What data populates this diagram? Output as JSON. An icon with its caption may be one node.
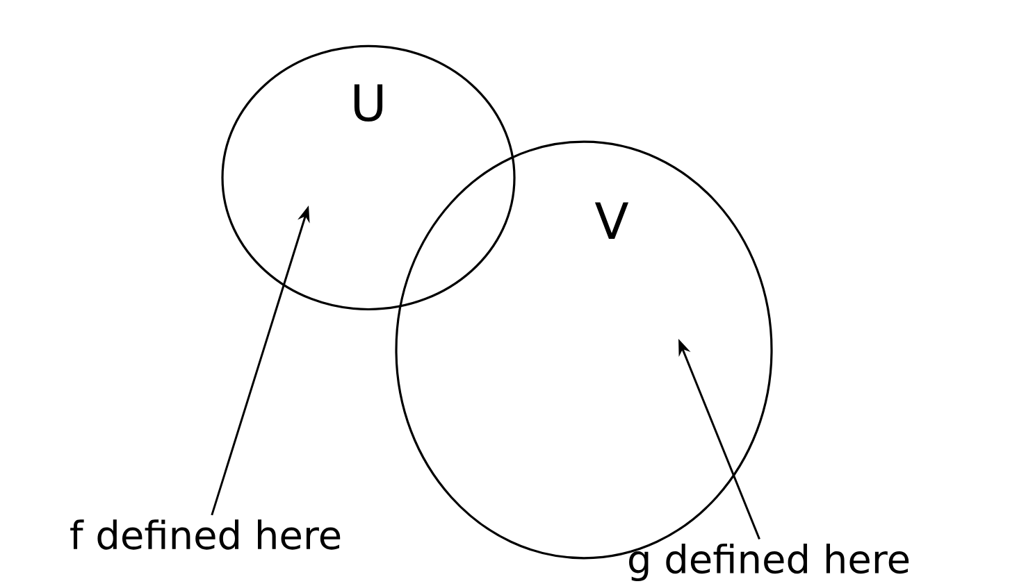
{
  "diagram": {
    "nodes": [
      {
        "text": [
          "U"
        ]
      },
      {
        "text": [
          "V"
        ]
      },
      {
        "text": [
          "f defined here"
        ]
      },
      {
        "text": [
          "g defined here"
        ]
      }
    ],
    "edges": [
      {
        "from": 2,
        "to": 0,
        "arrow": "to"
      },
      {
        "from": 3,
        "to": 1,
        "arrow": "to"
      }
    ]
  }
}
